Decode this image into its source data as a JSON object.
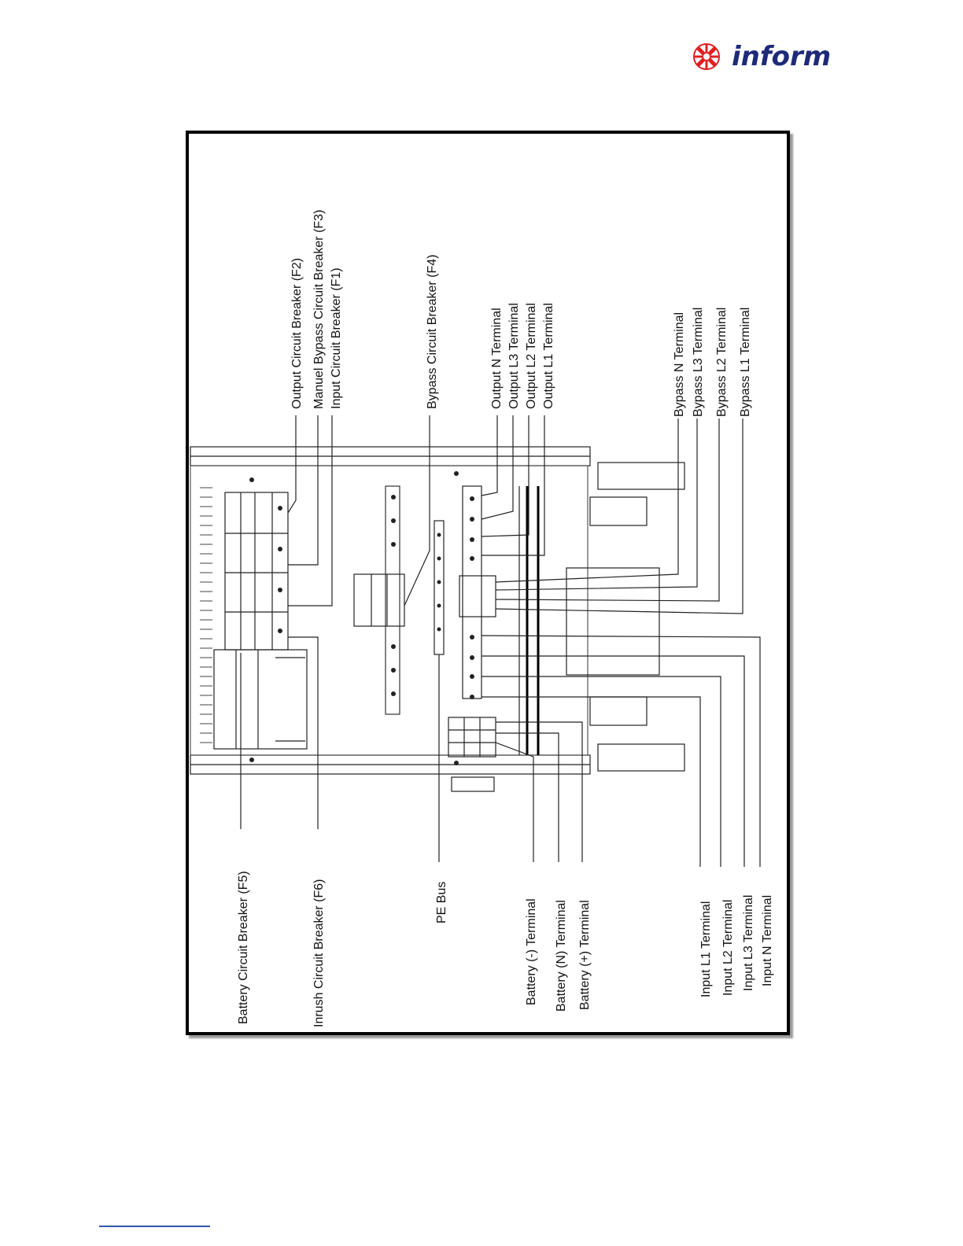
{
  "header": {
    "logo_text": "inform",
    "brand_color": "#1e2a78",
    "logo_accent_color": "#e02020"
  },
  "diagram": {
    "labels": {
      "f2": "Output Circuit Breaker (F2)",
      "f3": "Manuel Bypass Circuit Breaker (F3)",
      "f1": "Input Circuit Breaker (F1)",
      "f4": "Bypass Circuit Breaker (F4)",
      "out_n": "Output N Terminal",
      "out_l3": "Output L3 Terminal",
      "out_l2": "Output L2 Terminal",
      "out_l1": "Output L1 Terminal",
      "byp_n": "Bypass N Terminal",
      "byp_l3": "Bypass L3 Terminal",
      "byp_l2": "Bypass L2 Terminal",
      "byp_l1": "Bypass L1 Terminal",
      "f5": "Battery Circuit Breaker (F5)",
      "f6": "Inrush Circuit Breaker (F6)",
      "pe": "PE Bus",
      "bat_neg": "Battery (-) Terminal",
      "bat_n": "Battery (N) Terminal",
      "bat_pos": "Battery (+) Terminal",
      "in_l1": "Input L1 Terminal",
      "in_l2": "Input L2 Terminal",
      "in_l3": "Input L3 Terminal",
      "in_n": "Input N Terminal"
    }
  }
}
